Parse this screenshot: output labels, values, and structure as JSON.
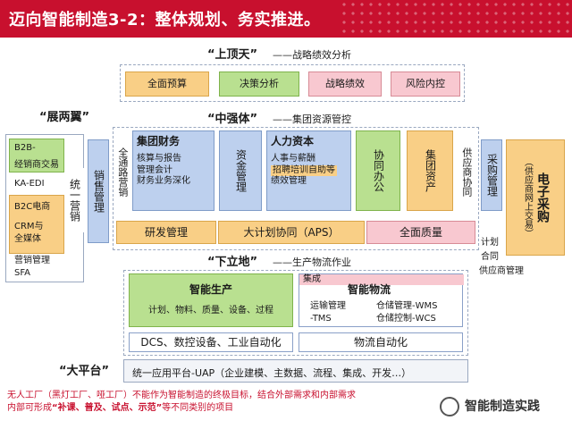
{
  "header": {
    "title": "迈向智能制造3-2：整体规划、务实推进。"
  },
  "top": {
    "label": "“上顶天”",
    "desc": "——战略绩效分析",
    "items": [
      "全面预算",
      "决策分析",
      "战略绩效",
      "风险内控"
    ]
  },
  "wings": {
    "label": "“展两翼”"
  },
  "middle": {
    "label": "“中强体”",
    "desc": "——集团资源管控",
    "group_finance": {
      "title": "集团财务",
      "lines": [
        "核算与报告",
        "管理会计",
        "财务业务深化"
      ]
    },
    "fund": "资金管理",
    "hr": {
      "title": "人力资本",
      "lines": [
        "人事与薪酬",
        "招聘培训自助等",
        "绩效管理"
      ]
    },
    "collab": "协同办公",
    "assets": "集团资产",
    "channel": "全通路营销",
    "supplier": "供应商协同",
    "rd": "研发管理",
    "aps": "大计划协同（APS）",
    "quality": "全面质量"
  },
  "left": {
    "items": [
      "B2B-",
      "经销商交易",
      "KA-EDI",
      "B2C电商",
      "CRM与",
      "全媒体",
      "营销管理",
      "SFA"
    ],
    "unified_marketing": "统一营销",
    "sales_mgmt": "销售管理"
  },
  "right": {
    "purchase": "采购管理",
    "plan": "计划",
    "contract": "合同",
    "supplier_mgmt": "供应商管理",
    "eproc_main": "电子采购",
    "eproc_sub": "（供应商网上交易）"
  },
  "bottom": {
    "label": "“下立地”",
    "desc": "——生产物流作业",
    "smart_prod": {
      "title": "智能生产",
      "line": "计划、物料、质量、设备、过程"
    },
    "integration": "集成",
    "smart_log": {
      "title": "智能物流",
      "items": [
        "运输管理",
        "-TMS",
        "仓储管理-WMS",
        "仓储控制-WCS"
      ]
    },
    "dcs": "DCS、数控设备、工业自动化",
    "log_auto": "物流自动化"
  },
  "platform": {
    "label": "“大平台”",
    "desc": "统一应用平台-UAP（企业建模、主数据、流程、集成、开发…）"
  },
  "footer": {
    "line1": "无人工厂（黑灯工厂、哑工厂）不能作为智能制造的终极目标，结合外部需求和内部需求",
    "line2_a": "内部可形成",
    "line2_b": "“补课、普及、试点、示范”",
    "line2_c": "等不同类别的项目",
    "watermark": "智能制造实践"
  },
  "colors": {
    "accent": "#c8102e",
    "orange": "#f9cf86",
    "green": "#b9e090",
    "pink": "#f8c8d0",
    "blue": "#bdd0ee"
  }
}
